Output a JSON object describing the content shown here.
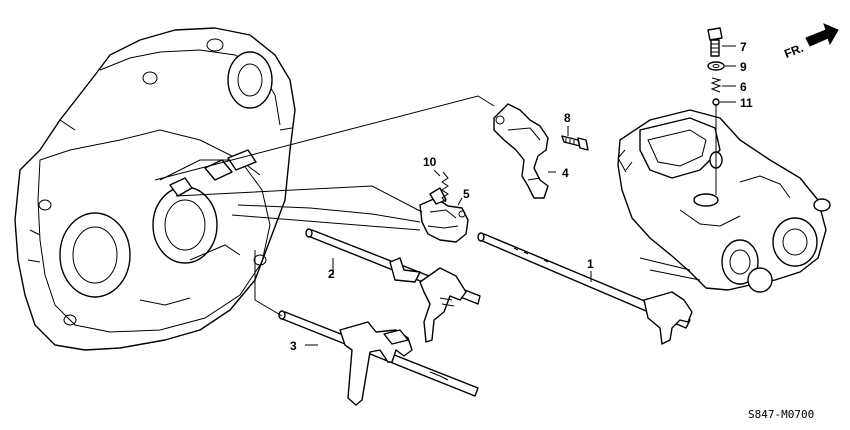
{
  "diagram": {
    "code": "S847-M0700",
    "direction_label": "FR.",
    "callouts": [
      {
        "id": "c1",
        "label": "1"
      },
      {
        "id": "c2",
        "label": "2"
      },
      {
        "id": "c3",
        "label": "3"
      },
      {
        "id": "c4",
        "label": "4"
      },
      {
        "id": "c5",
        "label": "5"
      },
      {
        "id": "c6",
        "label": "6"
      },
      {
        "id": "c7",
        "label": "7"
      },
      {
        "id": "c8",
        "label": "8"
      },
      {
        "id": "c9",
        "label": "9"
      },
      {
        "id": "c10",
        "label": "10"
      },
      {
        "id": "c11",
        "label": "11"
      }
    ]
  }
}
